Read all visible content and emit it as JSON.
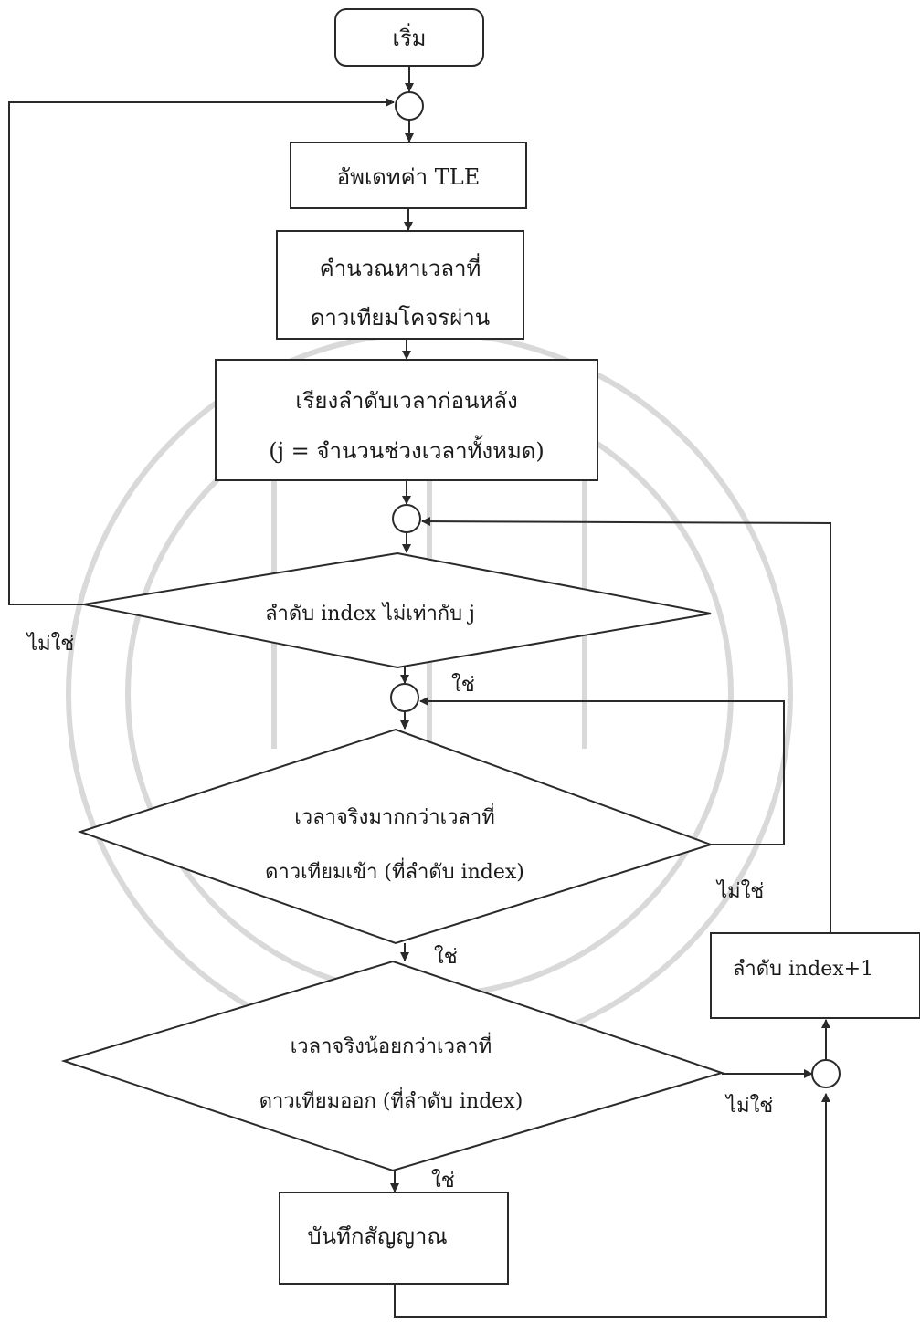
{
  "nodes": {
    "start": "เริ่ม",
    "update_tle": "อัพเดทค่า TLE",
    "calc_line1": "คำนวณหาเวลาที่",
    "calc_line2": "ดาวเทียมโคจรผ่าน",
    "sort_line1": "เรียงลำดับเวลาก่อนหลัง",
    "sort_line2": "(j = จำนวนช่วงเวลาทั้งหมด)",
    "decision_index": "ลำดับ index ไม่เท่ากับ j",
    "decision_enter_line1": "เวลาจริงมากกว่าเวลาที่",
    "decision_enter_line2": "ดาวเทียมเข้า (ที่ลำดับ index)",
    "decision_exit_line1": "เวลาจริงน้อยกว่าเวลาที่",
    "decision_exit_line2": "ดาวเทียมออก (ที่ลำดับ index)",
    "record": "บันทึกสัญญาณ",
    "increment": "ลำดับ index+1"
  },
  "labels": {
    "no_index": "ไม่ใช่",
    "yes_index": "ใช่",
    "no_enter": "ไม่ใช่",
    "yes_enter": "ใช่",
    "no_exit": "ไม่ใช่",
    "yes_exit": "ใช่"
  }
}
